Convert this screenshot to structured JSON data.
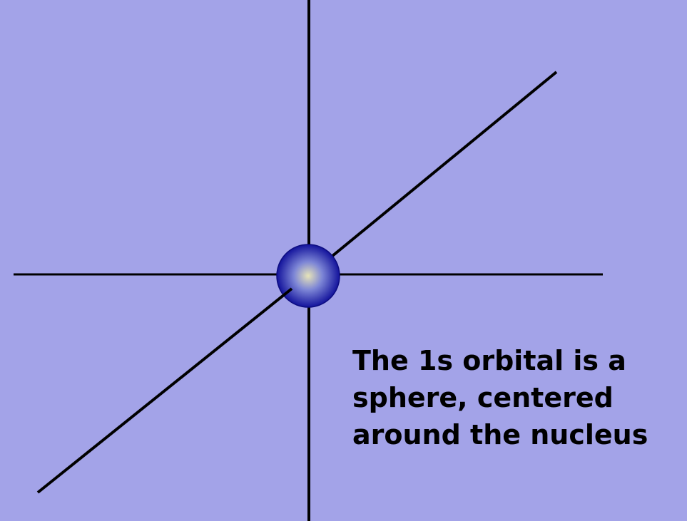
{
  "colors": {
    "background": "#a3a3e8",
    "axis": "#000000",
    "sphere_center": "#e7e4b8",
    "sphere_mid": "#7d86d6",
    "sphere_edge": "#13139c",
    "text": "#000000"
  },
  "icons": {
    "nucleus": "sphere-icon"
  },
  "caption": {
    "line1": "The 1s orbital is a",
    "line2": "sphere, centered",
    "line3": "around the nucleus"
  }
}
